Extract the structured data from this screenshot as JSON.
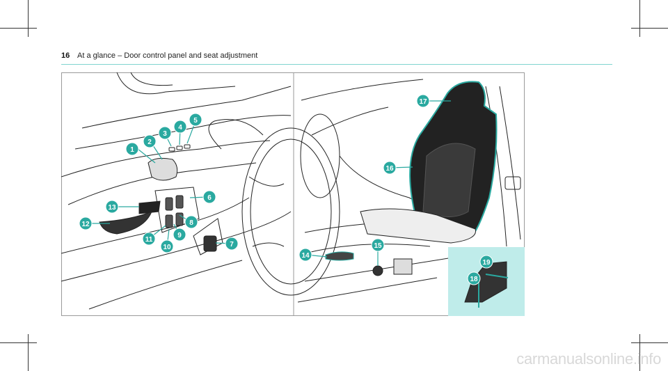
{
  "header": {
    "page_number": "16",
    "title": "At a glance – Door control panel and seat adjustment"
  },
  "callouts": [
    "1",
    "2",
    "3",
    "4",
    "5",
    "6",
    "7",
    "8",
    "9",
    "10",
    "11",
    "12",
    "13",
    "14",
    "15",
    "16",
    "17",
    "18",
    "19"
  ],
  "colors": {
    "accent": "#2aa9a0",
    "callout_fill": "#2aa9a0",
    "inset_bg": "#bfecea",
    "header_rule": "#7fd4cf"
  },
  "watermark": "carmanualsonline.info"
}
